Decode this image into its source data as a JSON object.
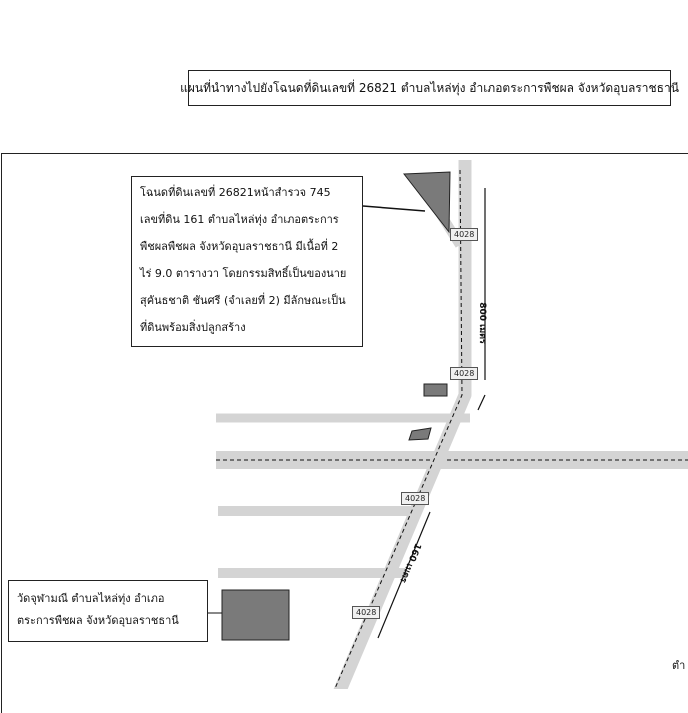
{
  "title": "แผนที่นำทางไปยังโฉนดที่ดินเลขที่ 26821 ตำบลไหล่ทุ่ง อำเภอตระการพืชผล จังหวัดอุบลราชธานี",
  "deed_callout": {
    "lines": [
      "โฉนดที่ดินเลขที่ 26821หน้าสำรวจ 745",
      "เลขที่ดิน 161 ตำบลไหล่ทุ่ง อำเภอตระการ",
      "พืชผลพืชผล จังหวัดอุบลราชธานี มีเนื้อที่ 2",
      "ไร่ 9.0 ตารางวา โดยกรรมสิทธิ์เป็นของนาย",
      "สุคันธชาติ ชันศรี (จำเลยที่ 2) มีลักษณะเป็น",
      "ที่ดินพร้อมสิ่งปลูกสร้าง"
    ]
  },
  "temple_callout": {
    "lines": [
      "วัดจุฬามณี ตำบลไหล่ทุ่ง อำเภอ",
      "ตระการพืชผล จังหวัดอุบลราชธานี"
    ]
  },
  "road_labels": [
    "4028",
    "4028",
    "4028",
    "4028"
  ],
  "distances": {
    "upper": "800 เมตร",
    "lower": "160 เมตร"
  },
  "edge_text": "ตำ",
  "colors": {
    "road": "#d4d4d4",
    "parcel": "#7a7a7a",
    "line": "#111111"
  }
}
